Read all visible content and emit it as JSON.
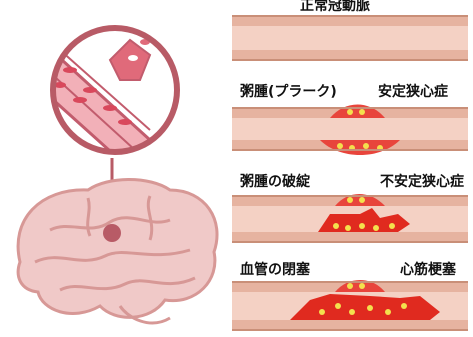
{
  "diagram": {
    "panels": [
      {
        "left_label": "",
        "right_label": "正常冠動脈"
      },
      {
        "left_label": "粥腫(プラーク)",
        "right_label": "安定狭心症"
      },
      {
        "left_label": "粥腫の破綻",
        "right_label": "不安定狭心症"
      },
      {
        "left_label": "血管の閉塞",
        "right_label": "心筋梗塞"
      }
    ],
    "colors": {
      "vessel_wall": "#e6b3a0",
      "vessel_lumen": "#f4d1c4",
      "vessel_edge": "#c98f78",
      "plaque": "#e8453c",
      "clot": "#e02a1f",
      "lipid": "#f4e04d",
      "brain": "#f0c9c8",
      "brain_fold": "#d79896",
      "magnifier_ring": "#b85b66"
    },
    "icons": [
      "brain-illustration",
      "magnifier-artery-icon"
    ]
  }
}
